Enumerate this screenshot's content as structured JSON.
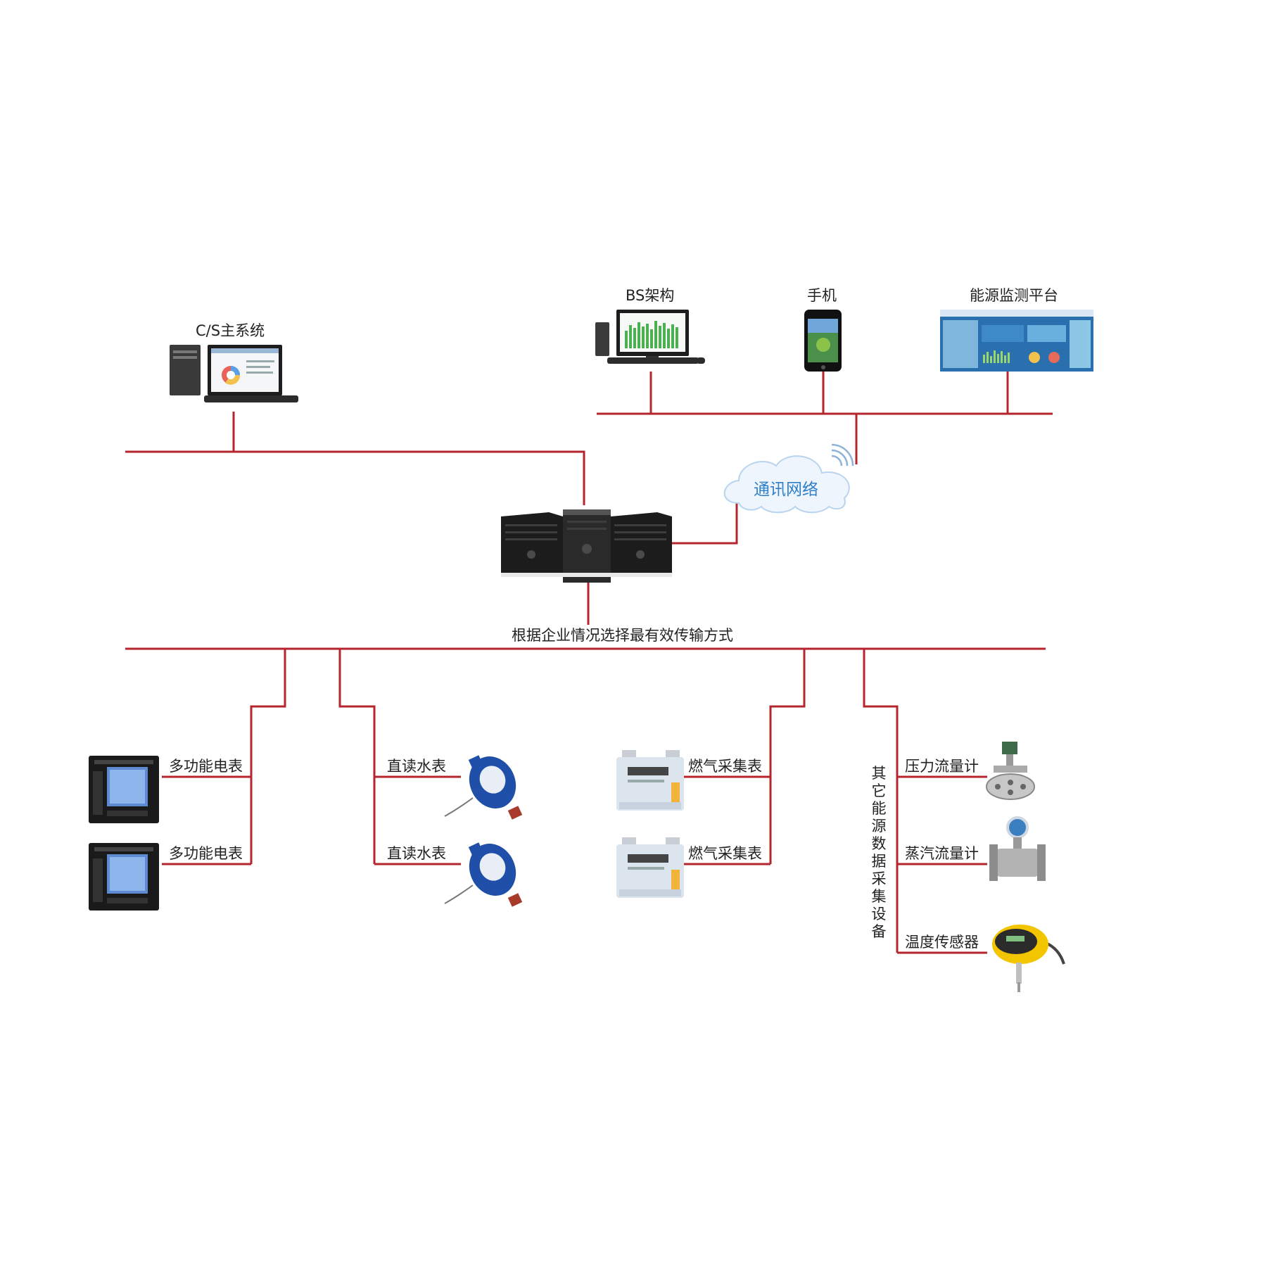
{
  "colors": {
    "line": "#b5252e",
    "cloud_text": "#2f7fc9"
  },
  "top": {
    "cs_system": "C/S主系统",
    "bs_arch": "BS架构",
    "phone": "手机",
    "platform": "能源监测平台"
  },
  "network": {
    "cloud_label": "通讯网络"
  },
  "bus_caption": "根据企业情况选择最有效传输方式",
  "devices": {
    "meter_1": "多功能电表",
    "meter_2": "多功能电表",
    "water_1": "直读水表",
    "water_2": "直读水表",
    "gas_1": "燃气采集表",
    "gas_2": "燃气采集表",
    "other_group": "其它能源数据采集设备",
    "pressure": "压力流量计",
    "steam": "蒸汽流量计",
    "temperature": "温度传感器"
  },
  "icons": [
    "desktop-pc-icon",
    "monitor-bar-chart-icon",
    "smartphone-icon",
    "dashboard-screen-icon",
    "cloud-icon",
    "wifi-signal-icon",
    "server-rack-icon",
    "power-meter-icon",
    "water-meter-icon",
    "gas-meter-icon",
    "pressure-flowmeter-icon",
    "steam-flowmeter-icon",
    "temperature-sensor-icon"
  ]
}
